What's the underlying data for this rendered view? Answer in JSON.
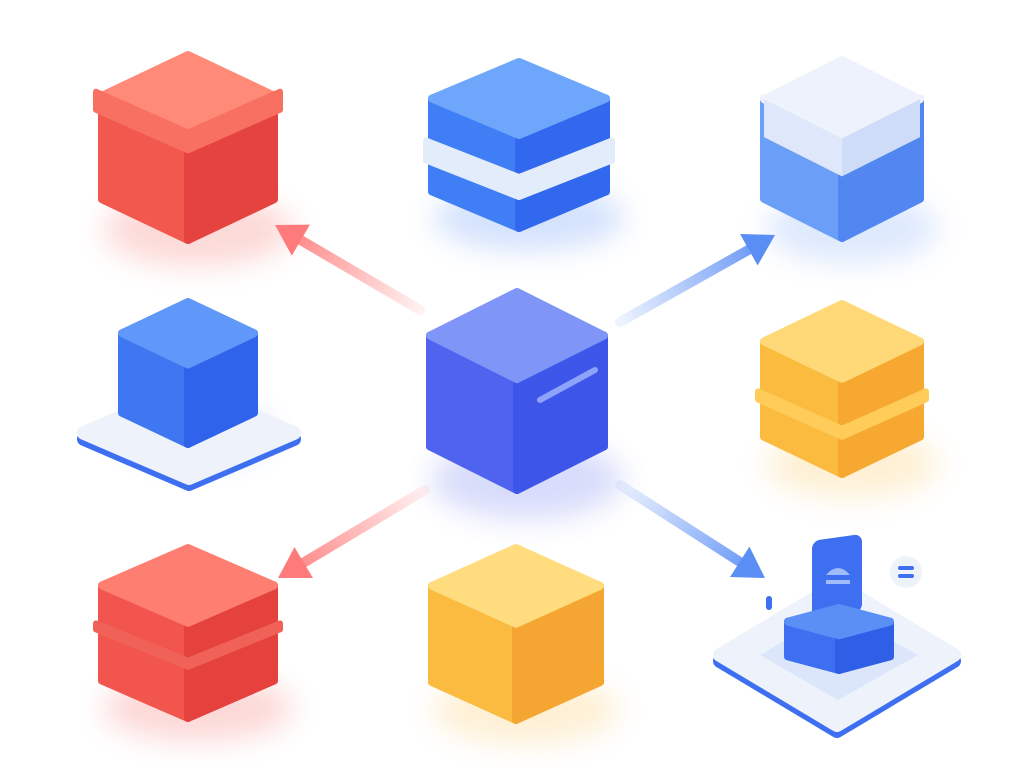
{
  "illustration": {
    "background": "#ffffff",
    "center_block": {
      "icon": "cube-icon",
      "colors": {
        "top": "#7f95f7",
        "left": "#4f63ee",
        "right": "#3e55ea"
      }
    },
    "blocks": [
      {
        "name": "red-box-top-left",
        "icon": "open-box-icon",
        "colors": {
          "top": "#ff8a78",
          "left": "#f2584e",
          "right": "#e5433f"
        }
      },
      {
        "name": "blue-block-top-center",
        "icon": "banded-block-icon",
        "colors": {
          "top": "#6ea6fb",
          "left": "#3f7ef5",
          "right": "#3168ee",
          "band": "#e3ecfb"
        }
      },
      {
        "name": "blue-block-top-right",
        "icon": "lidded-block-icon",
        "colors": {
          "top": "#eef2fc",
          "left": "#6b9ef6",
          "right": "#5287f1"
        }
      },
      {
        "name": "blue-cube-on-platform",
        "icon": "cube-on-platform-icon",
        "colors": {
          "top": "#5f98f8",
          "left": "#3f77f2",
          "right": "#2f63eb",
          "platform": "#eef3fb",
          "platform_edge": "#3d6ff0"
        }
      },
      {
        "name": "yellow-block-mid-right",
        "icon": "yellow-block-icon",
        "colors": {
          "top": "#ffd978",
          "left": "#fbbb3e",
          "right": "#f6a830"
        }
      },
      {
        "name": "red-box-bottom-left",
        "icon": "box-icon",
        "colors": {
          "top": "#ff7e72",
          "left": "#f2554d",
          "right": "#e5413d"
        }
      },
      {
        "name": "yellow-block-bottom-center",
        "icon": "yellow-block-icon",
        "colors": {
          "top": "#ffdc7e",
          "left": "#fbbb40",
          "right": "#f5a632"
        }
      },
      {
        "name": "device-on-platform",
        "icon": "device-platform-icon",
        "colors": {
          "top": "#4f84f3",
          "left": "#3d6ff0",
          "platform": "#eef3fb",
          "platform_edge": "#3d6ff0"
        }
      }
    ],
    "arrows": [
      {
        "name": "arrow-to-top-left",
        "icon": "arrow-icon",
        "color": "#ff7b7b"
      },
      {
        "name": "arrow-to-top-right",
        "icon": "arrow-icon",
        "color": "#5b8ef5"
      },
      {
        "name": "arrow-to-bottom-left",
        "icon": "arrow-icon",
        "color": "#ff7b7b"
      },
      {
        "name": "arrow-to-bottom-right",
        "icon": "arrow-icon",
        "color": "#5b8ef5"
      }
    ]
  }
}
